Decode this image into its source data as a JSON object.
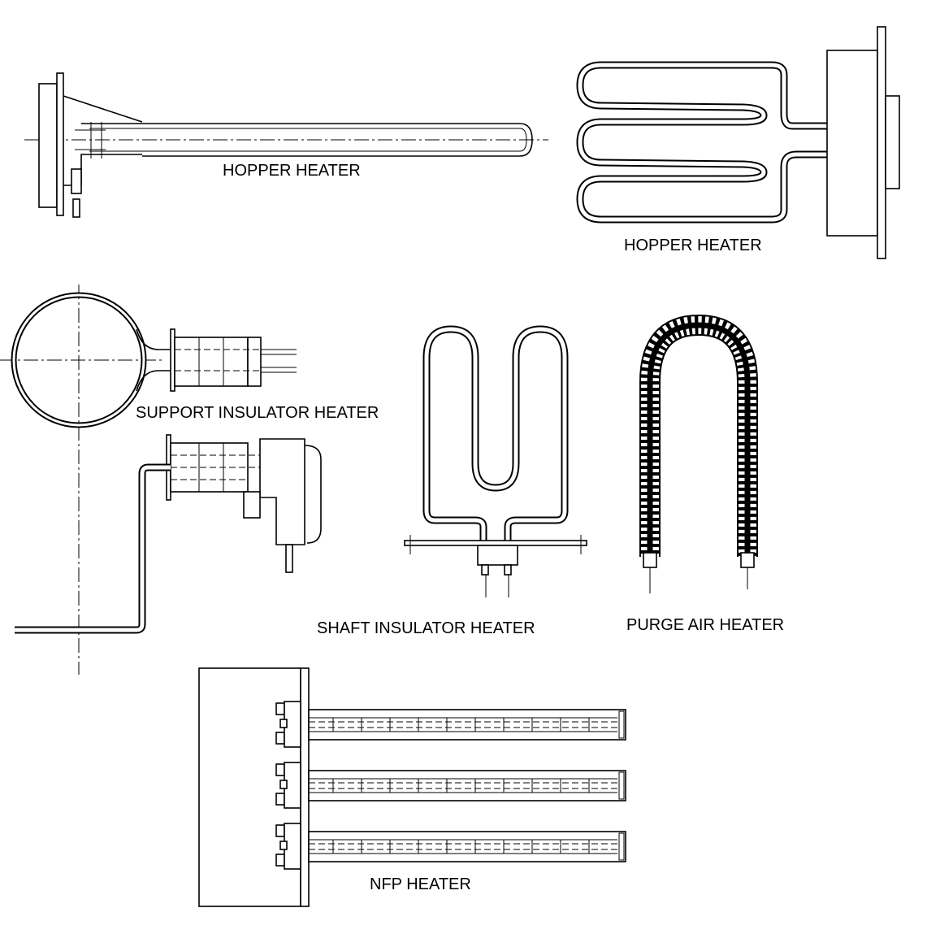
{
  "labels": {
    "hopper_heater_1": "HOPPER HEATER",
    "hopper_heater_2": "HOPPER HEATER",
    "support_insulator_heater": "SUPPORT INSULATOR HEATER",
    "shaft_insulator_heater": "SHAFT INSULATOR HEATER",
    "purge_air_heater": "PURGE AIR HEATER",
    "nfp_heater": "NFP HEATER"
  }
}
